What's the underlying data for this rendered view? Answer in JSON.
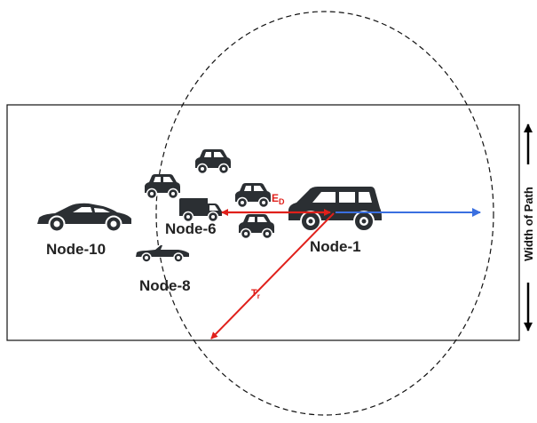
{
  "nodes": {
    "node_1": "Node-1",
    "node_6": "Node-6",
    "node_8": "Node-8",
    "node_10": "Node-10"
  },
  "labels": {
    "ed_main": "E",
    "ed_sub": "D",
    "tr_main": "T",
    "tr_sub": "r",
    "width_of_path": "Width of Path"
  },
  "icons": {
    "sports_car": "sports-car-icon",
    "minivan": "minivan-icon",
    "delivery_van": "delivery-van-icon",
    "small_car": "small-car-icon",
    "convertible": "convertible-icon"
  },
  "colors": {
    "edge_distance_arrow": "#e0201b",
    "transmission_range_arrow": "#e0201b",
    "forward_arrow": "#3a6fe0",
    "vehicle": "#2b2f33",
    "range_circle": "#111111"
  }
}
